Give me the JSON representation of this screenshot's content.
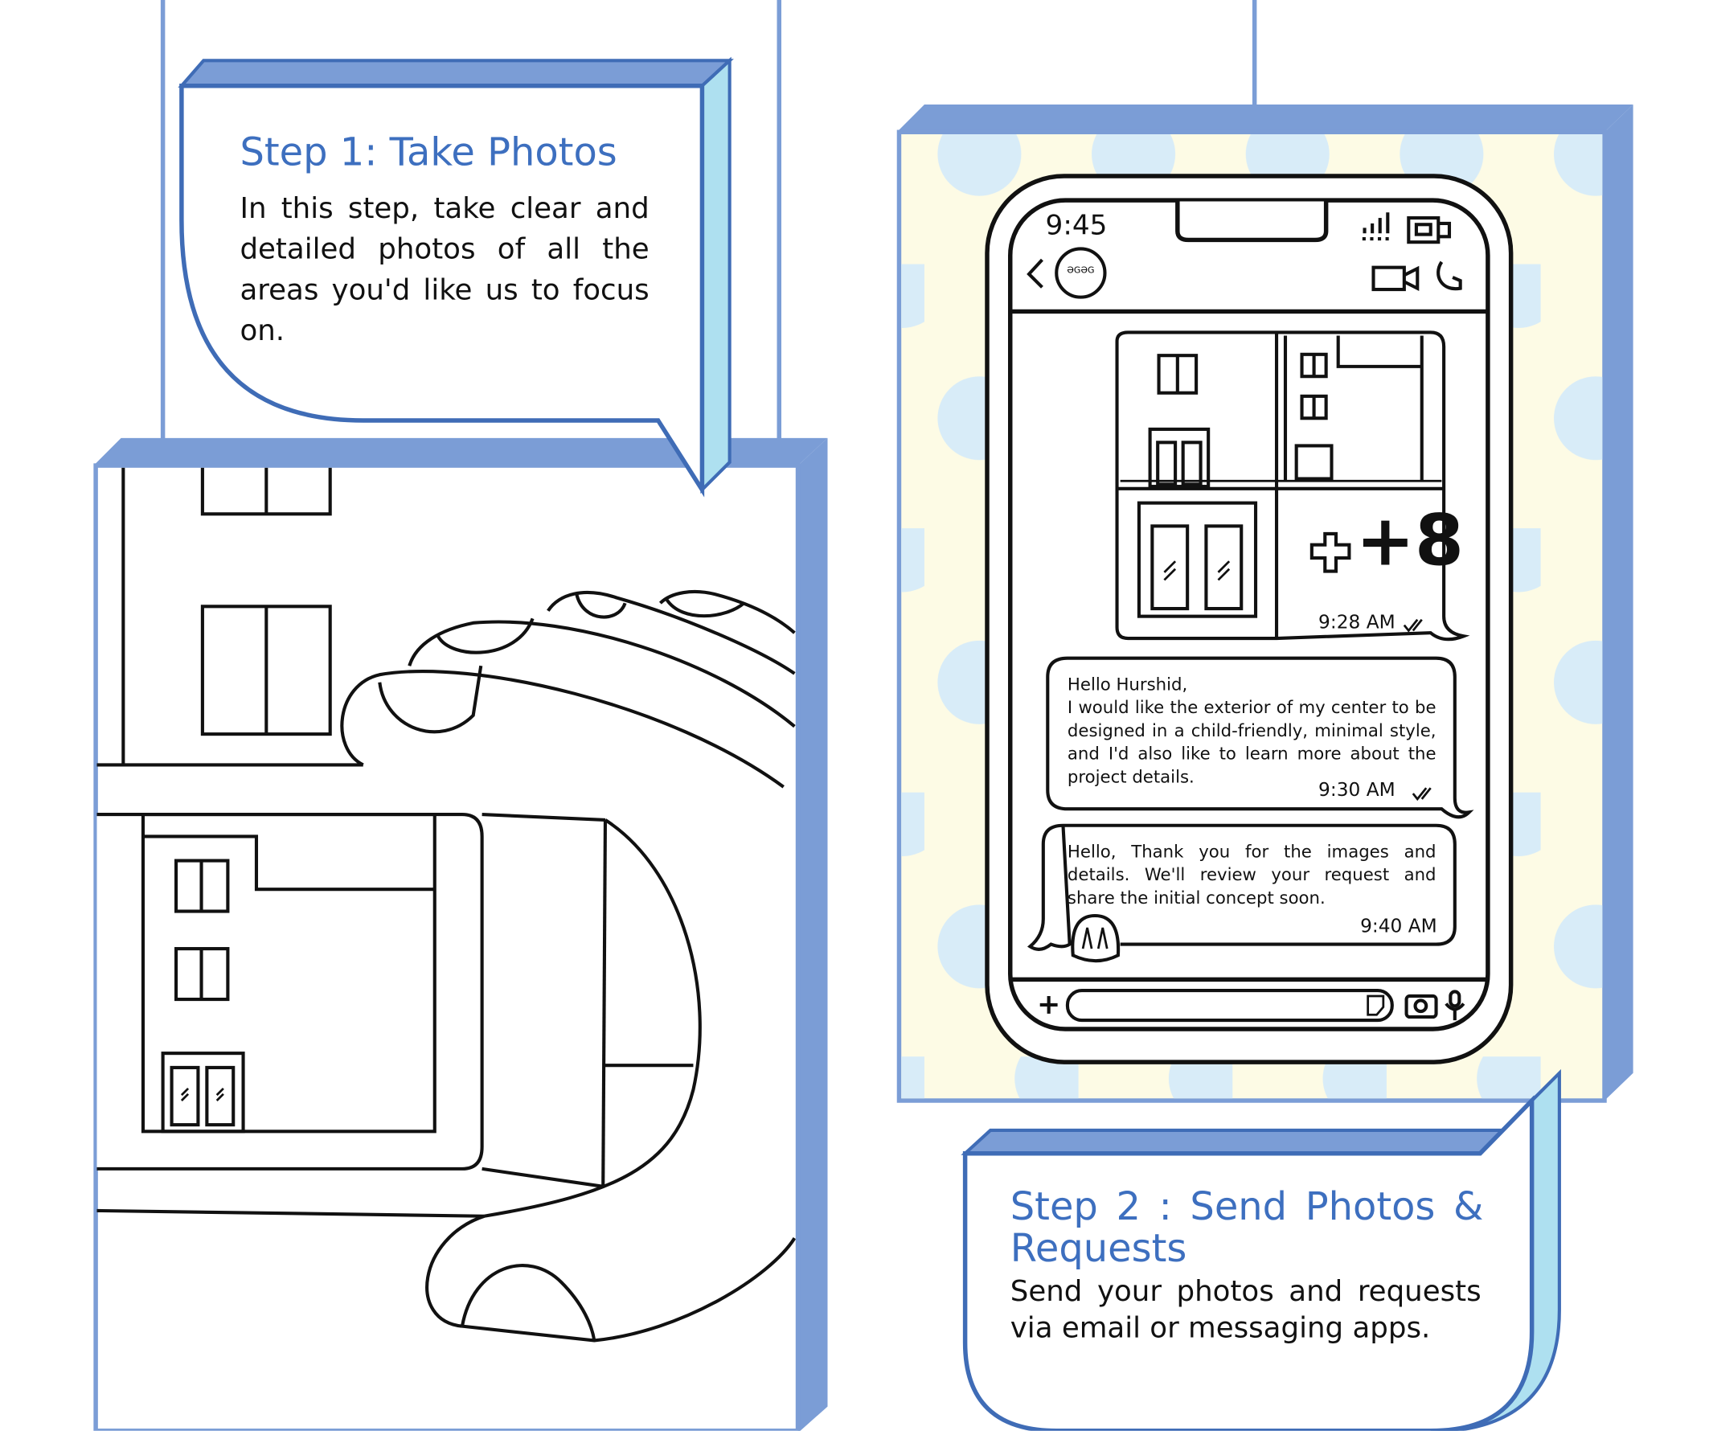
{
  "colors": {
    "frame_blue": "#7b9dd6",
    "frame_dark": "#3f6cb6",
    "side_light": "#aee0f0",
    "title_blue": "#3d6fbf",
    "wall_cream": "#fdfbe5",
    "dot_blue": "#d8ecf8"
  },
  "step1": {
    "title": "Step 1: Take Photos",
    "body": "In this step, take clear and detailed photos of all the areas you'd like us to focus on."
  },
  "step2": {
    "title": "Step 2 : Send Photos & Requests",
    "body": "Send your photos and requests via email or messaging apps."
  },
  "phone": {
    "status_time": "9:45",
    "avatar_label": "ƏGƏG",
    "photos": {
      "more_count": "+8",
      "time": "9:28 AM"
    },
    "messages": [
      {
        "sender": "user",
        "text": "Hello Hurshid,\nI would like the exterior of my center to be designed in a child-friendly, minimal style, and I'd also like to learn more about the project details.",
        "time": "9:30 AM"
      },
      {
        "sender": "designer",
        "text": "Hello, Thank you for the images and details. We'll review your request and share the initial concept soon.",
        "time": "9:40 AM"
      }
    ]
  }
}
